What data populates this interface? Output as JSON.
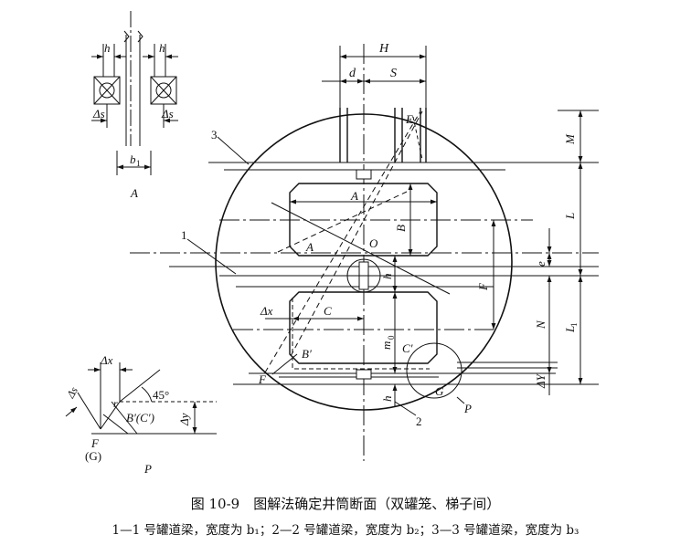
{
  "labels": {
    "H": "H",
    "d": "d",
    "S": "S",
    "E": "E",
    "M": "M",
    "L": "L",
    "e": "e",
    "N": "N",
    "L1": "L",
    "DeltaY": "ΔY",
    "A_top": "A",
    "B": "B",
    "A_mid": "A",
    "O": "O",
    "F_right": "F",
    "h_mid": "h",
    "h_bottom": "h",
    "dx": "Δx",
    "C": "C",
    "m0": "m",
    "Bp": "B′",
    "Cp": "C′",
    "F_bottom": "F",
    "G": "G",
    "P_right": "P",
    "n1": "1",
    "n2": "2",
    "n3": "3",
    "inset_h_left": "h",
    "inset_h_right": "h",
    "inset_ds_left": "Δs",
    "inset_ds_right": "Δs",
    "inset_b1": "b",
    "inset_A": "A",
    "p_dx": "Δx",
    "p_ds": "Δs",
    "p_45": "45°",
    "p_r": "r",
    "p_BC": "B′(C′)",
    "p_dy": "Δy",
    "p_F": "F",
    "p_G": "(G)",
    "p_P": "P"
  },
  "caption": {
    "title": "图 10-9　图解法确定井筒断面（双罐笼、梯子间）",
    "legend": "1—1 号罐道梁，宽度为 b₁；2—2 号罐道梁，宽度为 b₂；3—3 号罐道梁，宽度为 b₃"
  }
}
